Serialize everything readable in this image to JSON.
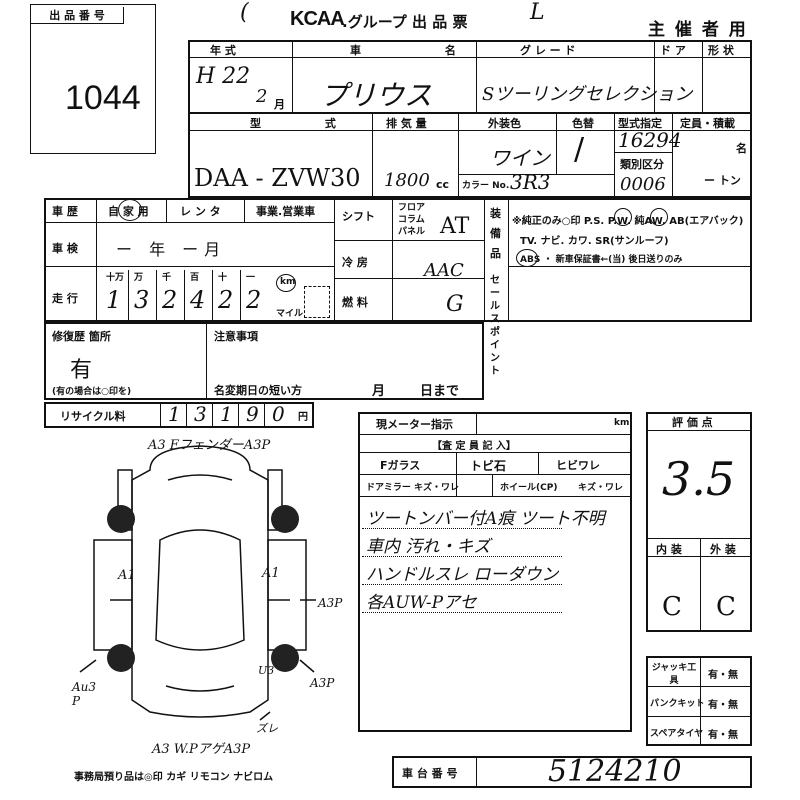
{
  "header": {
    "lot_label": "出 品 番 号",
    "lot_number": "1044",
    "brand": "KCAA",
    "title": ".グループ 出 品 票",
    "organizer": "主 催 者 用"
  },
  "vehicle": {
    "labels": {
      "year": "年 式",
      "name": "車 名",
      "grade": "グ レ ー ド",
      "door": "ド ア",
      "shape": "形 状",
      "model": "型 式",
      "displacement": "排 気 量",
      "ext_color": "外装色",
      "color_change": "色替",
      "type_designation": "型式指定",
      "capacity": "定員・積載",
      "color_no": "カラー No.",
      "class_div": "類別区分",
      "cc": "cc",
      "people": "名",
      "ton": "ー トン",
      "month": "月"
    },
    "year_value": "H 22",
    "month_value": "2",
    "name_value": "プリウス",
    "grade_value": "Sツーリングセレクション",
    "model_value": "DAA - ZVW30",
    "displacement_value": "1800",
    "ext_color_value": "ワイン",
    "color_code_value": "3R3",
    "type_designation_value": "16294",
    "class_div_value": "0006"
  },
  "history": {
    "label": "車 歴",
    "options": "自 家 用",
    "rental": "レ ン タ",
    "business": "事業.営業車",
    "inspection_label": "車 検",
    "inspection_value": "ー 年 ー月",
    "mileage_label": "走 行",
    "digit_labels": [
      "十万",
      "万",
      "千",
      "百",
      "十",
      "一"
    ],
    "mileage_digits": [
      "1",
      "3",
      "2",
      "4",
      "2",
      "2"
    ],
    "km_unit": "km",
    "mile_unit": "マイル"
  },
  "mechanical": {
    "shift_label": "シフト",
    "shift_options": [
      "フロア",
      "コラム",
      "パネル"
    ],
    "shift_value": "AT",
    "ac_label": "冷 房",
    "ac_value": "AAC",
    "fuel_label": "燃 料",
    "fuel_value": "G"
  },
  "equipment": {
    "label": "装備品",
    "line1": "※純正のみ○印  P.S. P.W. 純AW. AB(エアバック)",
    "line2": "TV. ナビ. カワ. SR(サンルーフ)",
    "line3": "ABS ・ 新車保証書←(当)  後日送りのみ",
    "sales_label": "セールスポイント"
  },
  "repair": {
    "label": "修復歴 箇所",
    "value": "有",
    "note": "(有の場合は○印を)",
    "caution_label": "注意事項",
    "name_change_label": "名変期日の短い方",
    "month": "月",
    "day": "日まで"
  },
  "recycle": {
    "label": "リサイクル料",
    "digits": [
      "1",
      "3",
      "1",
      "9",
      "0"
    ],
    "unit": "円"
  },
  "inspector": {
    "meter_label": "現メーター指示",
    "meter_unit": "km",
    "header": "【査 定 員 記 入】",
    "f_glass": "Fガラス",
    "stone": "トビ石",
    "crack": "ヒビワレ",
    "mirror": "ドアミラー キズ・ワレ",
    "wheel": "ホイール(CP)",
    "wheel_status": "キズ・ワレ",
    "notes": [
      "ツートンバー付A痕 ツート不明",
      "車内 汚れ・キズ",
      "ハンドルスレ  ローダウン",
      "各AUW-Pアセ"
    ]
  },
  "rating": {
    "label": "評 価 点",
    "score": "3.5",
    "interior_label": "内 装",
    "exterior_label": "外 装",
    "interior_value": "C",
    "exterior_value": "C"
  },
  "tools": {
    "jack_label": "ジャッキ工 具",
    "puncture_label": "パンクキット",
    "spare_label": "スペアタイヤ",
    "yes_no": "有・無"
  },
  "chassis": {
    "label": "車 台 番 号",
    "value": "5124210"
  },
  "footer": {
    "deposit": "事務局預り品は◎印  カギ リモコン ナビロム"
  },
  "diagram_notes": {
    "top": "A3 FフェンダーA3P",
    "right_mid": "A3P",
    "right_low": "A3P",
    "left_mid": "A1",
    "right_a1": "A1",
    "left_low": "Au3 P",
    "u3": "U3",
    "zure": "ズレ",
    "bottom": "A3 W.PアゲA3P"
  }
}
